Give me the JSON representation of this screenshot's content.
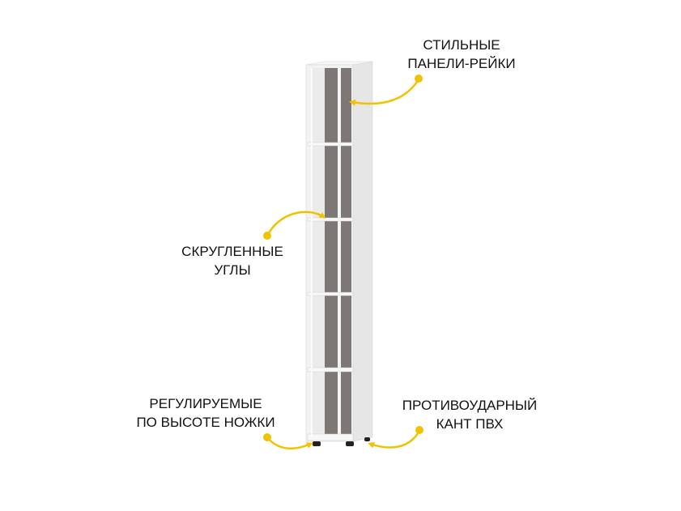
{
  "callouts": {
    "panels": {
      "line1": "СТИЛЬНЫЕ",
      "line2": "ПАНЕЛИ-РЕЙКИ"
    },
    "corners": {
      "line1": "СКРУГЛЕННЫЕ",
      "line2": "УГЛЫ"
    },
    "legs": {
      "line1": "РЕГУЛИРУЕМЫЕ",
      "line2": "ПО ВЫСОТЕ НОЖКИ"
    },
    "edge": {
      "line1": "ПРОТИВОУДАРНЫЙ",
      "line2": "КАНТ ПВХ"
    }
  },
  "colors": {
    "accent": "#f2c200",
    "panel": "#7d7876",
    "body": "#f4f4f4"
  }
}
